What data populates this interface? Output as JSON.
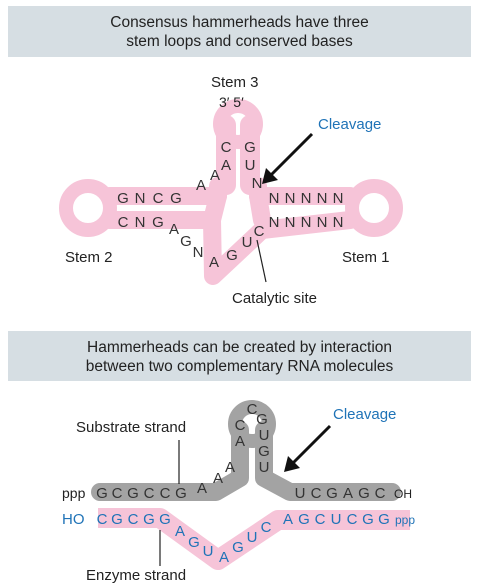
{
  "banner_top": {
    "line1": "Consensus hammerheads have three",
    "line2": "stem loops and conserved bases"
  },
  "banner_bottom": {
    "line1": "Hammerheads can be created by interaction",
    "line2": "between two complementary RNA molecules"
  },
  "top": {
    "stem3_label": "Stem 3",
    "ends_label": "3′ 5′",
    "cleavage_label": "Cleavage",
    "stem2_label": "Stem 2",
    "stem1_label": "Stem 1",
    "catalytic_label": "Catalytic site"
  },
  "bottom": {
    "substrate_label": "Substrate strand",
    "cleavage_label": "Cleavage",
    "enzyme_label": "Enzyme strand",
    "ppp_left": "ppp",
    "oh_right": "OH",
    "ho_left": "HO",
    "ppp_right": "ppp"
  },
  "colors": {
    "pink": "#f6c4d8",
    "gray": "#a3a3a3",
    "blue": "#1f73b7",
    "banner": "#d6dee3"
  }
}
